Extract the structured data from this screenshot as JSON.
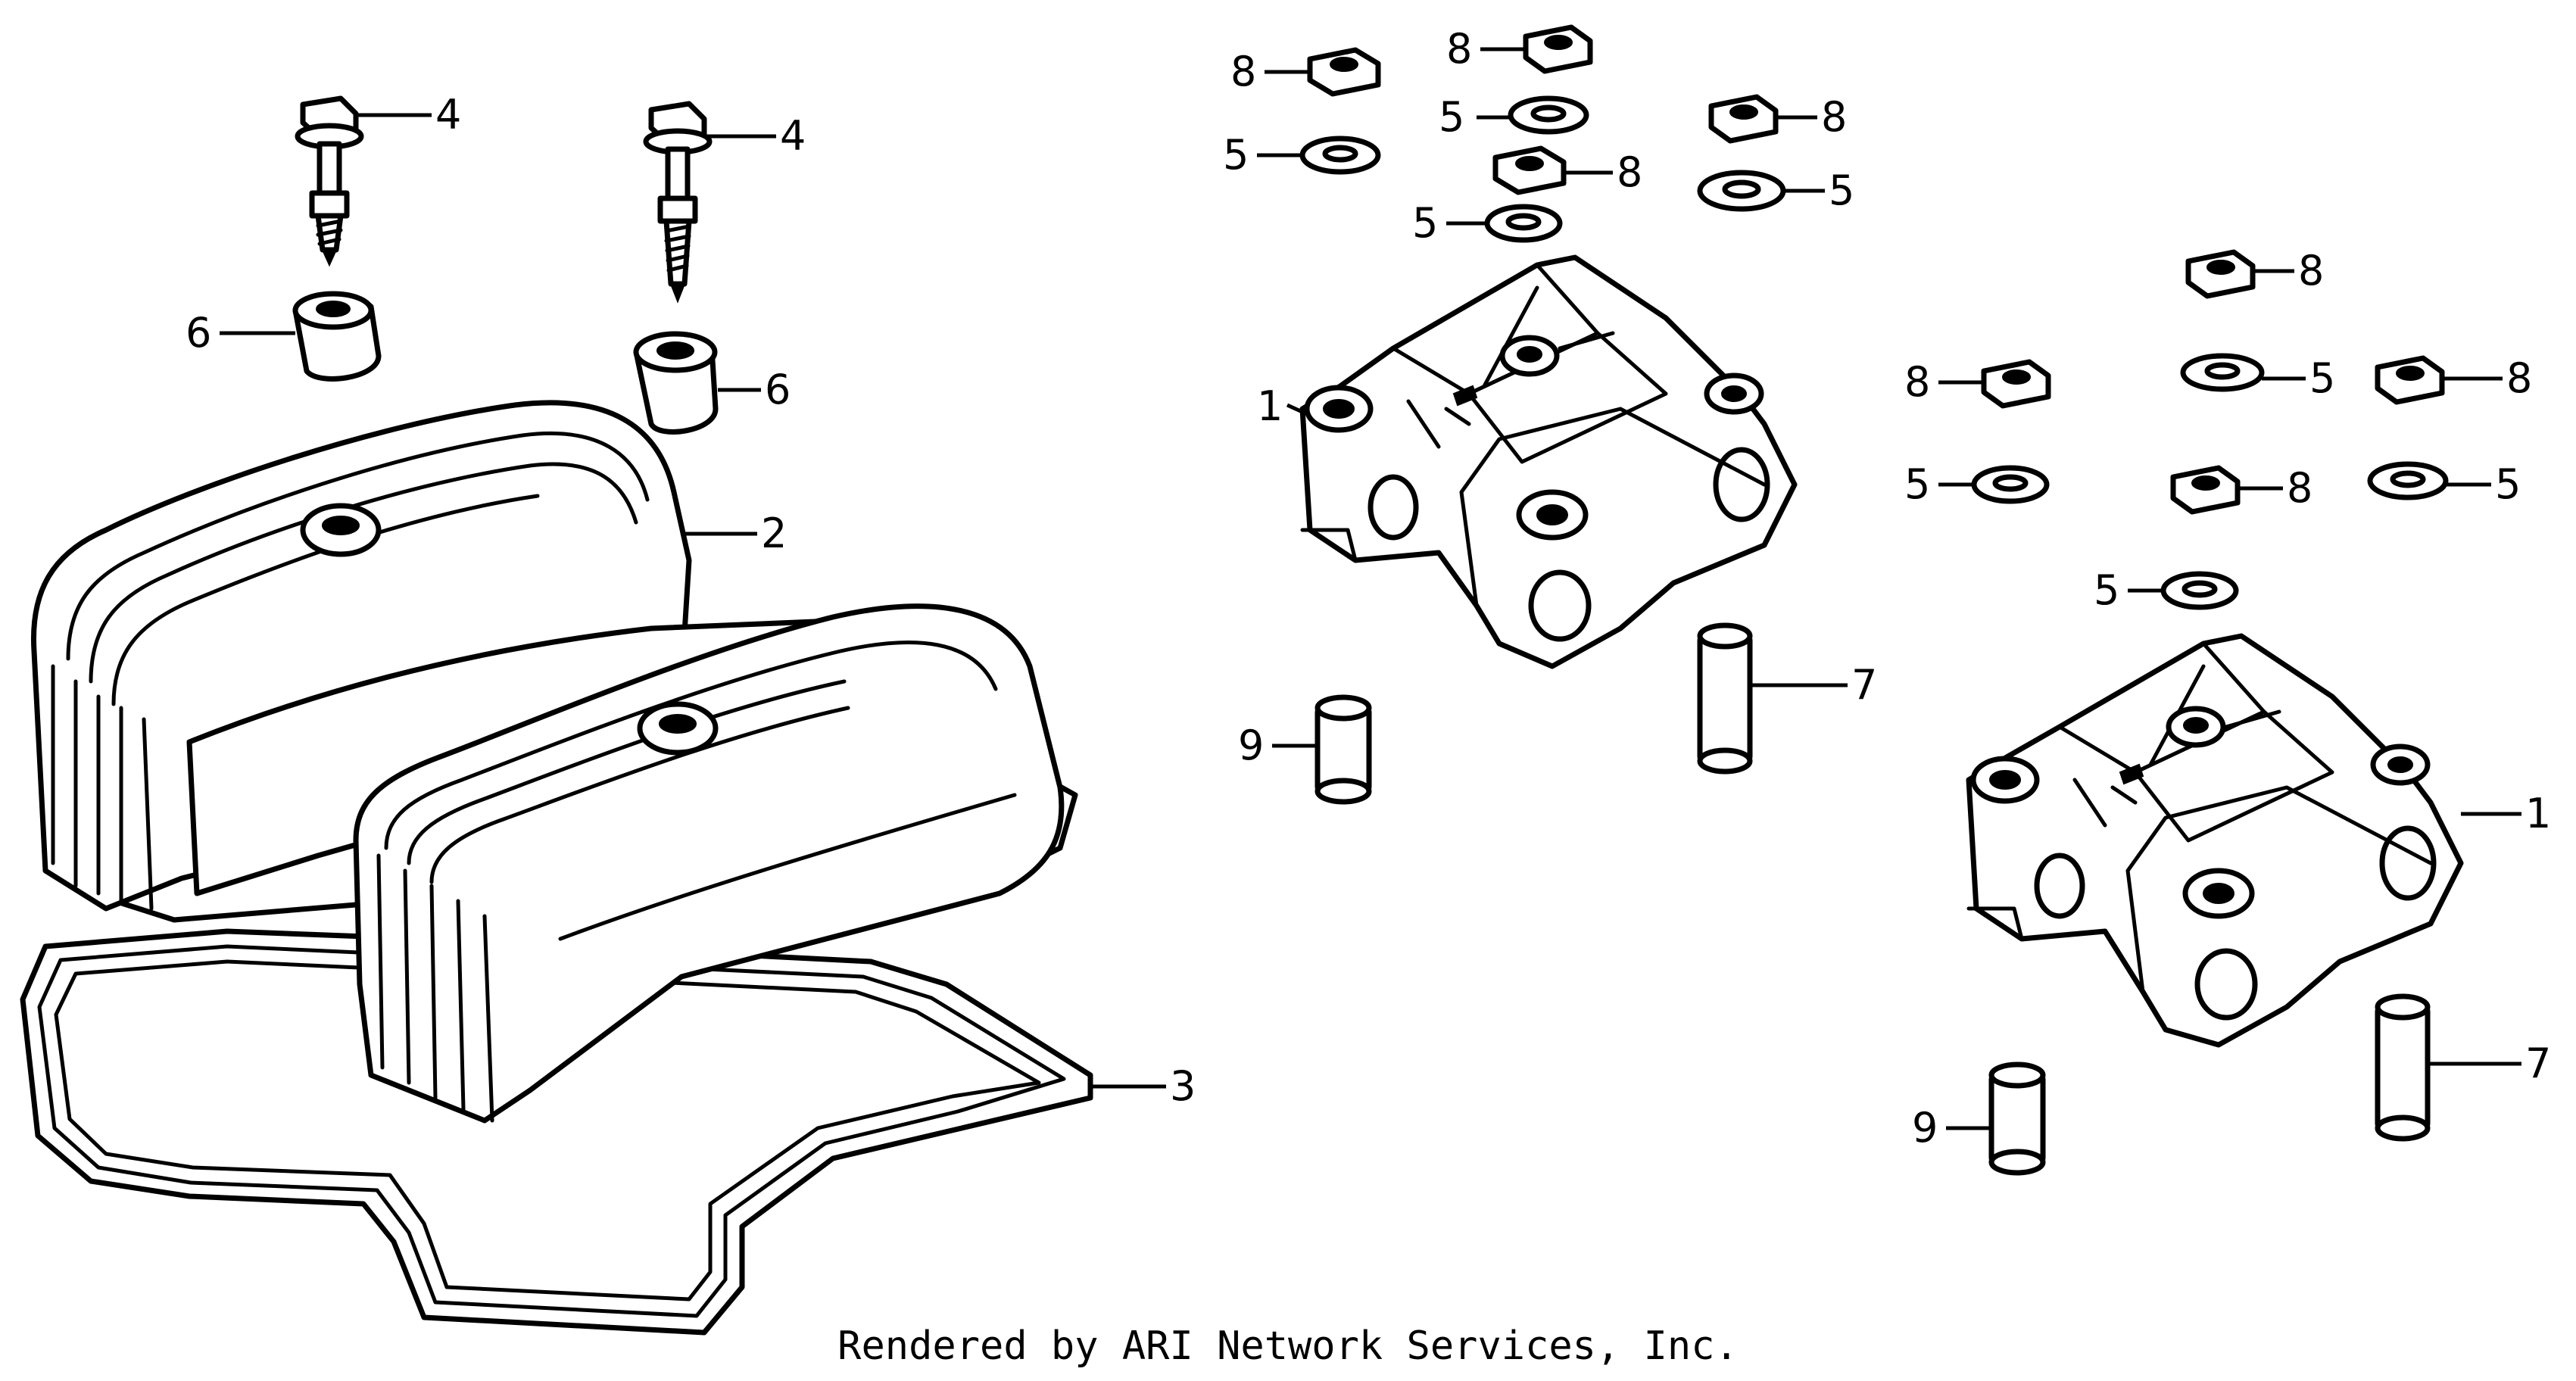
{
  "diagram": {
    "callouts": [
      {
        "id": "c1a",
        "text": "1"
      },
      {
        "id": "c1b",
        "text": "1"
      },
      {
        "id": "c2",
        "text": "2"
      },
      {
        "id": "c3",
        "text": "3"
      },
      {
        "id": "c4a",
        "text": "4"
      },
      {
        "id": "c4b",
        "text": "4"
      },
      {
        "id": "c5a",
        "text": "5"
      },
      {
        "id": "c5b",
        "text": "5"
      },
      {
        "id": "c5c",
        "text": "5"
      },
      {
        "id": "c5d",
        "text": "5"
      },
      {
        "id": "c5e",
        "text": "5"
      },
      {
        "id": "c5f",
        "text": "5"
      },
      {
        "id": "c5g",
        "text": "5"
      },
      {
        "id": "c5h",
        "text": "5"
      },
      {
        "id": "c6a",
        "text": "6"
      },
      {
        "id": "c6b",
        "text": "6"
      },
      {
        "id": "c7a",
        "text": "7"
      },
      {
        "id": "c7b",
        "text": "7"
      },
      {
        "id": "c8a",
        "text": "8"
      },
      {
        "id": "c8b",
        "text": "8"
      },
      {
        "id": "c8c",
        "text": "8"
      },
      {
        "id": "c8d",
        "text": "8"
      },
      {
        "id": "c8e",
        "text": "8"
      },
      {
        "id": "c8f",
        "text": "8"
      },
      {
        "id": "c8g",
        "text": "8"
      },
      {
        "id": "c8h",
        "text": "8"
      },
      {
        "id": "c9a",
        "text": "9"
      },
      {
        "id": "c9b",
        "text": "9"
      }
    ],
    "footer": "Rendered by ARI Network Services, Inc."
  }
}
